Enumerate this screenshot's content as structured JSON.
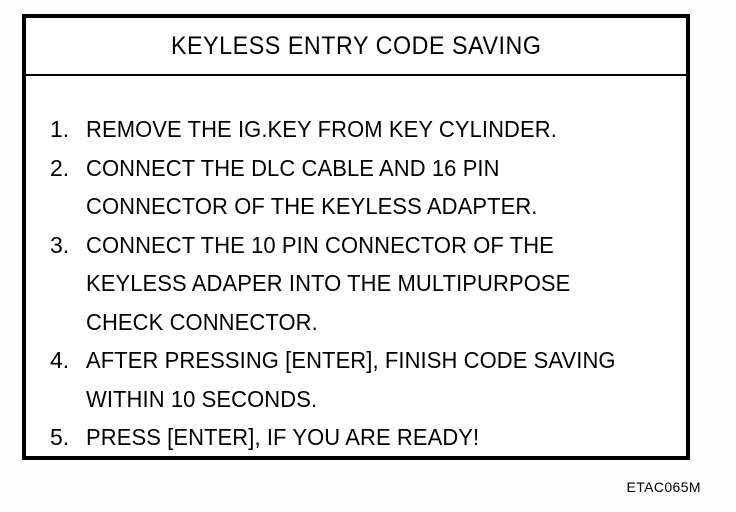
{
  "figure": {
    "title": "KEYLESS ENTRY CODE SAVING",
    "code": "ETAC065M",
    "colors": {
      "ink": "#000000",
      "paper": "#ffffff"
    }
  },
  "instructions": [
    {
      "number": "1.",
      "lines": [
        "REMOVE THE IG.KEY FROM KEY CYLINDER."
      ]
    },
    {
      "number": "2.",
      "lines": [
        "CONNECT THE DLC CABLE AND 16 PIN",
        "CONNECTOR OF THE KEYLESS ADAPTER."
      ]
    },
    {
      "number": "3.",
      "lines": [
        "CONNECT THE 10 PIN CONNECTOR OF THE",
        "KEYLESS ADAPER INTO THE MULTIPURPOSE",
        "CHECK CONNECTOR."
      ]
    },
    {
      "number": "4.",
      "lines": [
        "AFTER PRESSING [ENTER], FINISH CODE SAVING",
        "WITHIN 10 SECONDS."
      ]
    },
    {
      "number": "5.",
      "lines": [
        "PRESS [ENTER], IF YOU ARE READY!"
      ]
    }
  ]
}
